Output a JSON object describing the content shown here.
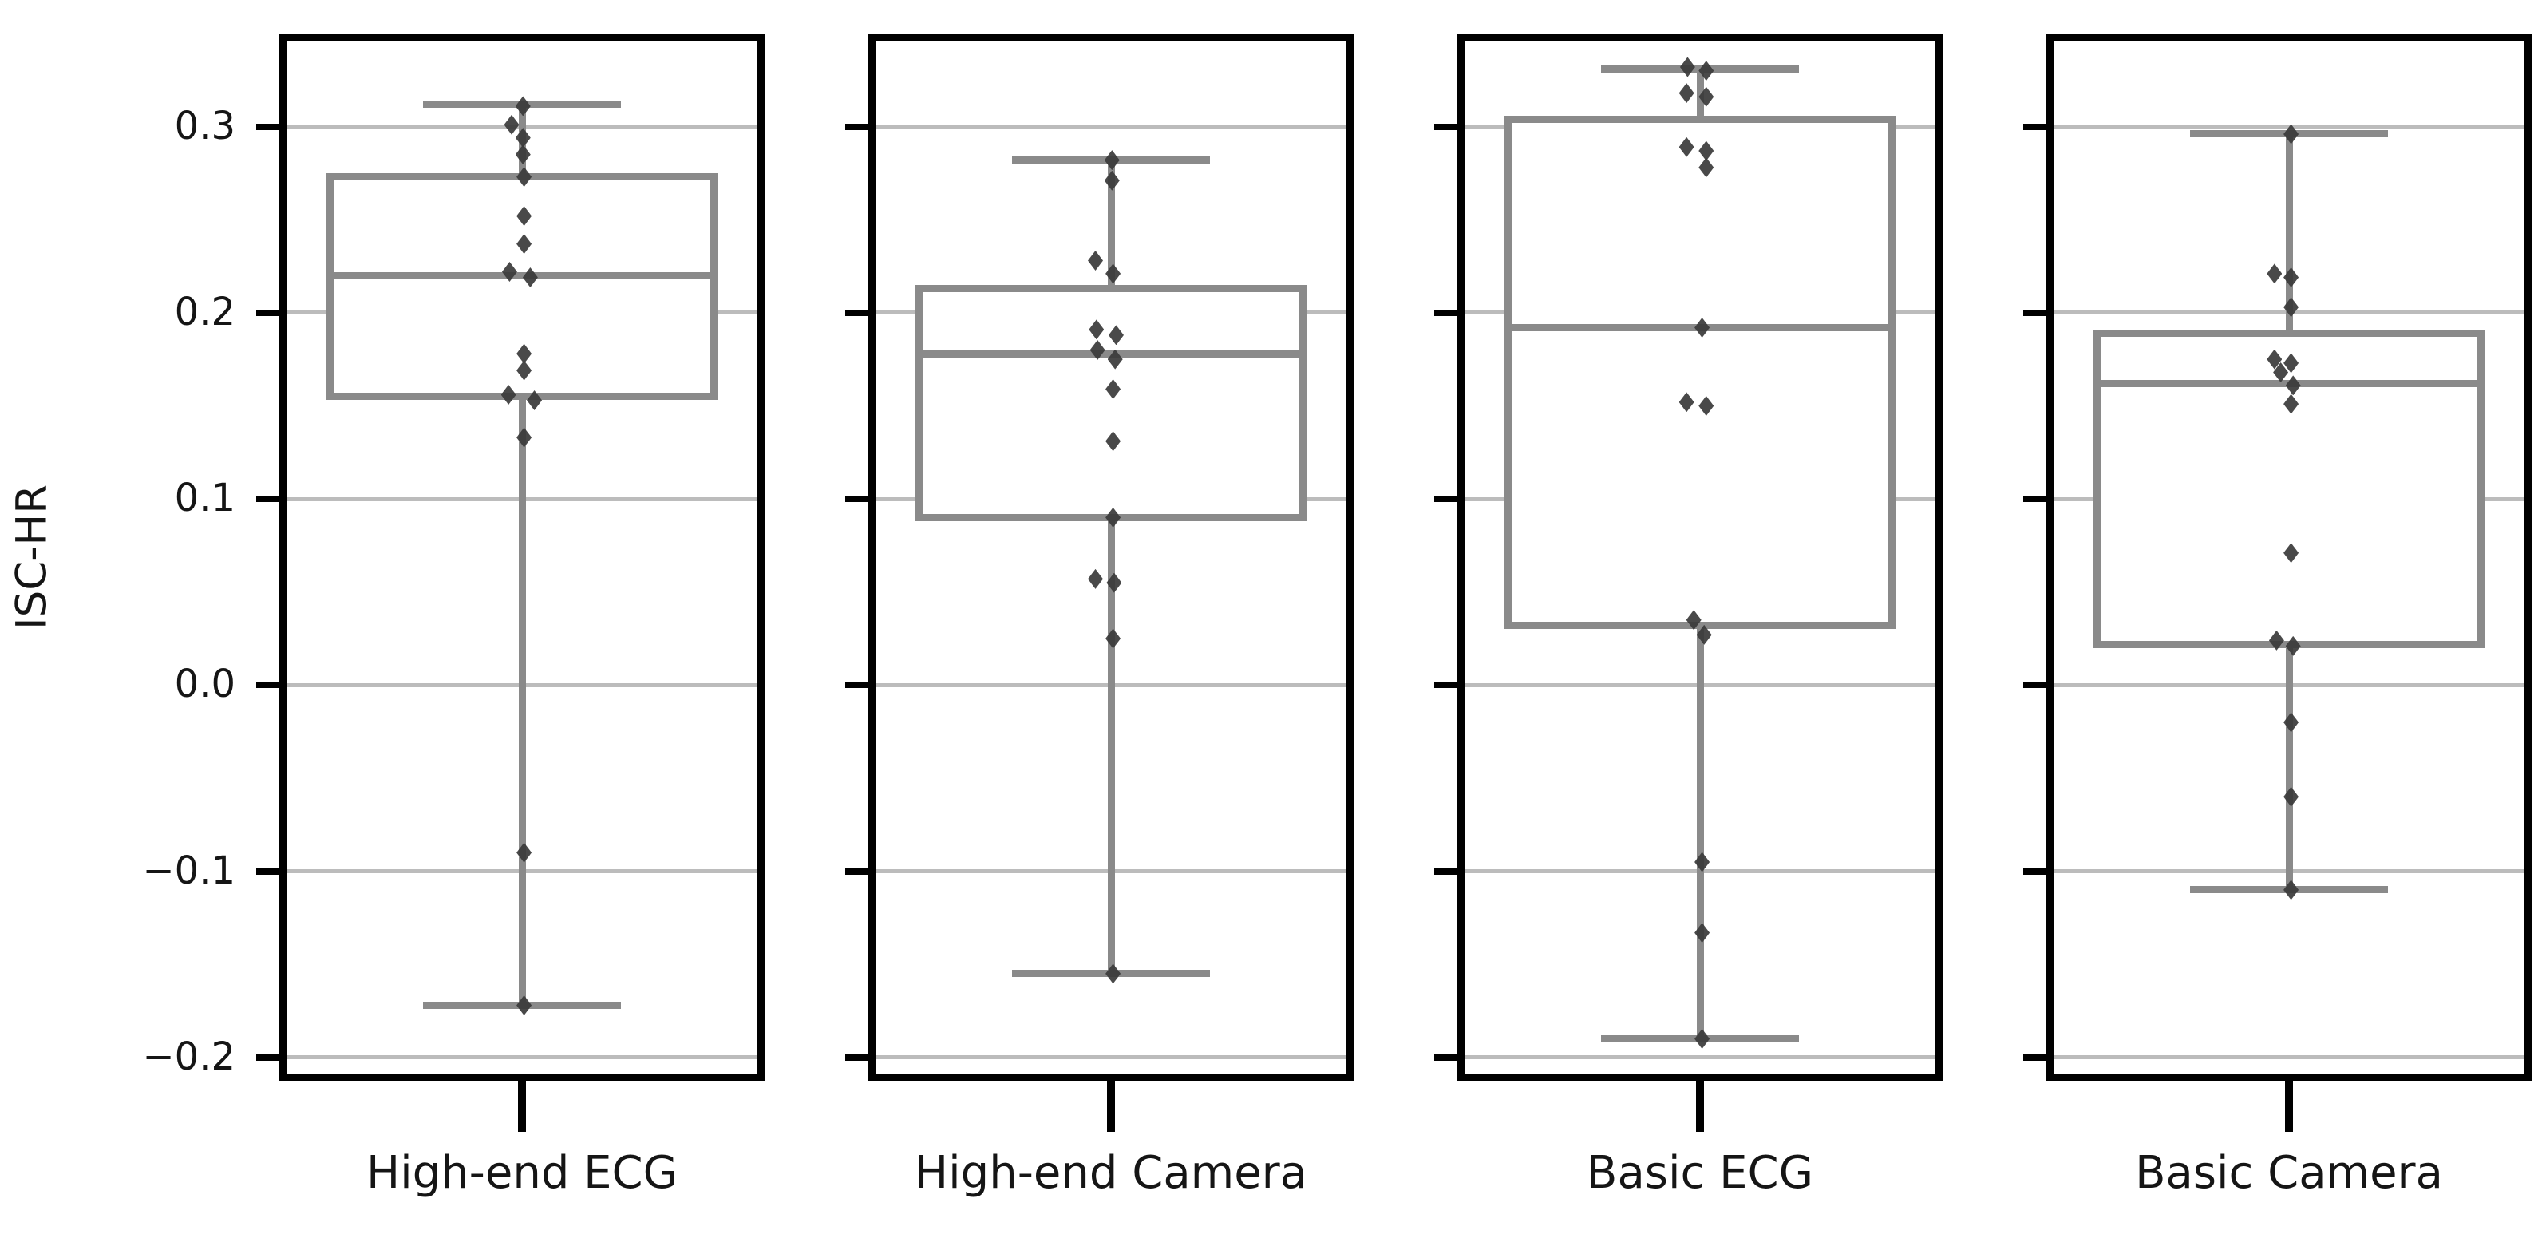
{
  "figure": {
    "background": "#ffffff",
    "colors": {
      "spine": "#000000",
      "box_line": "#8a8a8a",
      "gridline": "#bcbcbc",
      "point": "#3a3a3a",
      "text": "#151515"
    }
  },
  "chart_data": {
    "type": "boxplot+strip",
    "title": "",
    "xlabel": "",
    "ylabel": "ISC-HR",
    "grid": true,
    "legend": false,
    "ylim": [
      -0.2125,
      0.35
    ],
    "yticks": [
      0.3,
      0.2,
      0.1,
      0.0,
      -0.1,
      -0.2
    ],
    "ytick_labels": [
      "0.3",
      "0.2",
      "0.1",
      "0.0",
      "−0.1",
      "−0.2"
    ],
    "categories": [
      "High-end ECG",
      "High-end Camera",
      "Basic ECG",
      "Basic Camera"
    ],
    "series": [
      {
        "name": "High-end ECG",
        "box": {
          "whisker_low": -0.172,
          "q1": 0.155,
          "median": 0.22,
          "q3": 0.273,
          "whisker_high": 0.312
        },
        "points": [
          {
            "v": 0.311,
            "dx": 0.001
          },
          {
            "v": 0.301,
            "dx": -0.01
          },
          {
            "v": 0.294,
            "dx": 0.001
          },
          {
            "v": 0.285,
            "dx": 0.001
          },
          {
            "v": 0.273,
            "dx": 0.002
          },
          {
            "v": 0.252,
            "dx": 0.002
          },
          {
            "v": 0.237,
            "dx": 0.002
          },
          {
            "v": 0.222,
            "dx": -0.012
          },
          {
            "v": 0.219,
            "dx": 0.008
          },
          {
            "v": 0.178,
            "dx": 0.002
          },
          {
            "v": 0.169,
            "dx": 0.002
          },
          {
            "v": 0.156,
            "dx": -0.013
          },
          {
            "v": 0.153,
            "dx": 0.012
          },
          {
            "v": 0.133,
            "dx": 0.002
          },
          {
            "v": -0.09,
            "dx": 0.002
          },
          {
            "v": -0.172,
            "dx": 0.002
          }
        ]
      },
      {
        "name": "High-end Camera",
        "box": {
          "whisker_low": -0.155,
          "q1": 0.09,
          "median": 0.178,
          "q3": 0.213,
          "whisker_high": 0.282
        },
        "points": [
          {
            "v": 0.282,
            "dx": 0.001
          },
          {
            "v": 0.271,
            "dx": 0.001
          },
          {
            "v": 0.228,
            "dx": -0.015
          },
          {
            "v": 0.221,
            "dx": 0.002
          },
          {
            "v": 0.191,
            "dx": -0.014
          },
          {
            "v": 0.188,
            "dx": 0.005
          },
          {
            "v": 0.18,
            "dx": -0.013
          },
          {
            "v": 0.175,
            "dx": 0.004
          },
          {
            "v": 0.159,
            "dx": 0.002
          },
          {
            "v": 0.131,
            "dx": 0.002
          },
          {
            "v": 0.09,
            "dx": 0.002
          },
          {
            "v": 0.057,
            "dx": -0.015
          },
          {
            "v": 0.055,
            "dx": 0.003
          },
          {
            "v": 0.025,
            "dx": 0.002
          },
          {
            "v": -0.155,
            "dx": 0.002
          }
        ]
      },
      {
        "name": "Basic ECG",
        "box": {
          "whisker_low": -0.19,
          "q1": 0.032,
          "median": 0.192,
          "q3": 0.304,
          "whisker_high": 0.331
        },
        "points": [
          {
            "v": 0.332,
            "dx": -0.012
          },
          {
            "v": 0.33,
            "dx": 0.006
          },
          {
            "v": 0.318,
            "dx": -0.013
          },
          {
            "v": 0.316,
            "dx": 0.006
          },
          {
            "v": 0.289,
            "dx": -0.013
          },
          {
            "v": 0.287,
            "dx": 0.006
          },
          {
            "v": 0.278,
            "dx": 0.006
          },
          {
            "v": 0.192,
            "dx": 0.002
          },
          {
            "v": 0.152,
            "dx": -0.013
          },
          {
            "v": 0.15,
            "dx": 0.006
          },
          {
            "v": 0.035,
            "dx": -0.006
          },
          {
            "v": 0.027,
            "dx": 0.004
          },
          {
            "v": -0.095,
            "dx": 0.002
          },
          {
            "v": -0.133,
            "dx": 0.002
          },
          {
            "v": -0.19,
            "dx": 0.002
          }
        ]
      },
      {
        "name": "Basic Camera",
        "box": {
          "whisker_low": -0.11,
          "q1": 0.022,
          "median": 0.162,
          "q3": 0.189,
          "whisker_high": 0.296
        },
        "points": [
          {
            "v": 0.296,
            "dx": 0.002
          },
          {
            "v": 0.221,
            "dx": -0.014
          },
          {
            "v": 0.219,
            "dx": 0.002
          },
          {
            "v": 0.203,
            "dx": 0.002
          },
          {
            "v": 0.175,
            "dx": -0.014
          },
          {
            "v": 0.173,
            "dx": 0.002
          },
          {
            "v": 0.168,
            "dx": -0.008
          },
          {
            "v": 0.161,
            "dx": 0.004
          },
          {
            "v": 0.151,
            "dx": 0.002
          },
          {
            "v": 0.071,
            "dx": 0.002
          },
          {
            "v": 0.024,
            "dx": -0.012
          },
          {
            "v": 0.021,
            "dx": 0.004
          },
          {
            "v": -0.02,
            "dx": 0.002
          },
          {
            "v": -0.06,
            "dx": 0.002
          },
          {
            "v": -0.11,
            "dx": 0.002
          }
        ]
      }
    ]
  }
}
